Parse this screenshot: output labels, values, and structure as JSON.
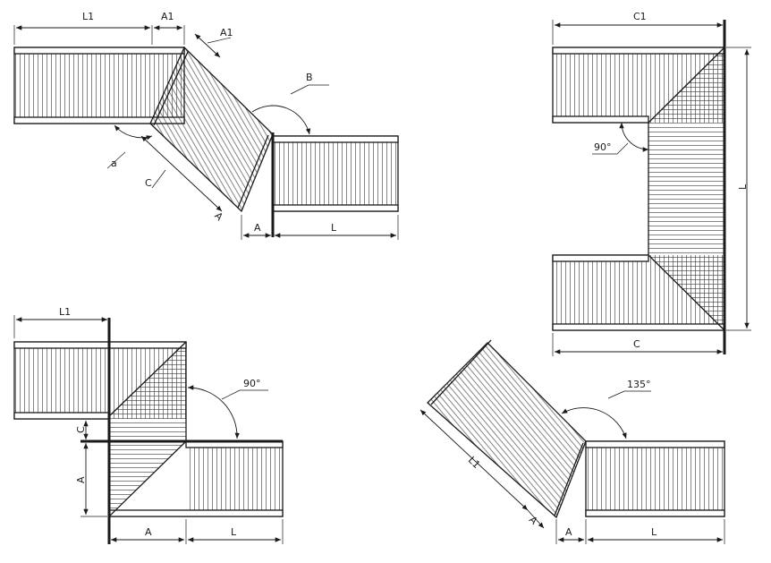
{
  "diagram_top_left": {
    "dim_l1_top": "L1",
    "dim_a1_top": "A1",
    "dim_a1_diag": "A1",
    "angle_b": "B",
    "angle_a": "a",
    "dim_c": "C",
    "dim_a_diag": "A",
    "dim_a_bottom": "A",
    "dim_l_bottom": "L"
  },
  "diagram_top_right": {
    "dim_c1_top": "C1",
    "angle_90": "90°",
    "dim_l_vertical": "L",
    "dim_c_bottom": "C"
  },
  "diagram_bottom_left": {
    "dim_l1_top": "L1",
    "angle_90": "90°",
    "dim_c_left": "C",
    "dim_a_left": "A",
    "dim_a_bottom": "A",
    "dim_l_bottom": "L"
  },
  "diagram_bottom_right": {
    "angle_135": "135°",
    "dim_l1_diag": "L1",
    "dim_a_diag": "A",
    "dim_a_bottom": "A",
    "dim_l_bottom": "L"
  }
}
